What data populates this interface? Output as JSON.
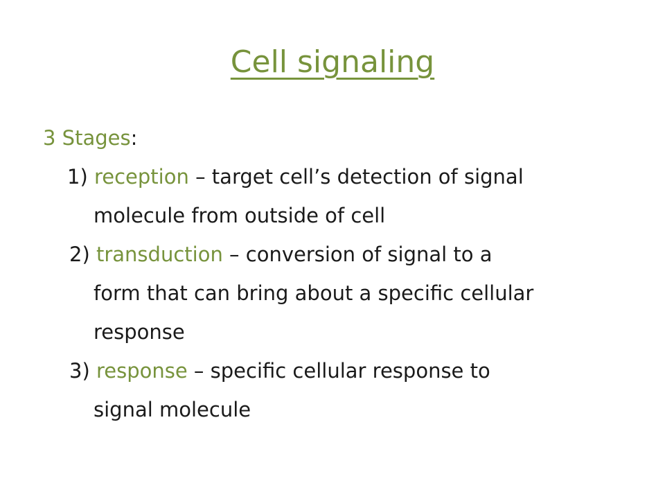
{
  "title": "Cell signaling",
  "colors": {
    "accent": "#77933c",
    "text": "#1a1a1a",
    "background": "#ffffff"
  },
  "content": {
    "heading": {
      "label": "3 Stages",
      "suffix": ":"
    },
    "stages": [
      {
        "number": "1)",
        "term": "reception",
        "definition_line1": "– target cell’s detection of signal",
        "definition_line2": "molecule from outside of cell"
      },
      {
        "number": "2)",
        "term": "transduction",
        "definition_line1": "– conversion of signal to a",
        "definition_line2": "form that can bring about a specific cellular",
        "definition_line3": "response"
      },
      {
        "number": "3)",
        "term": "response",
        "definition_line1": "– specific cellular response to",
        "definition_line2": "signal molecule"
      }
    ]
  }
}
